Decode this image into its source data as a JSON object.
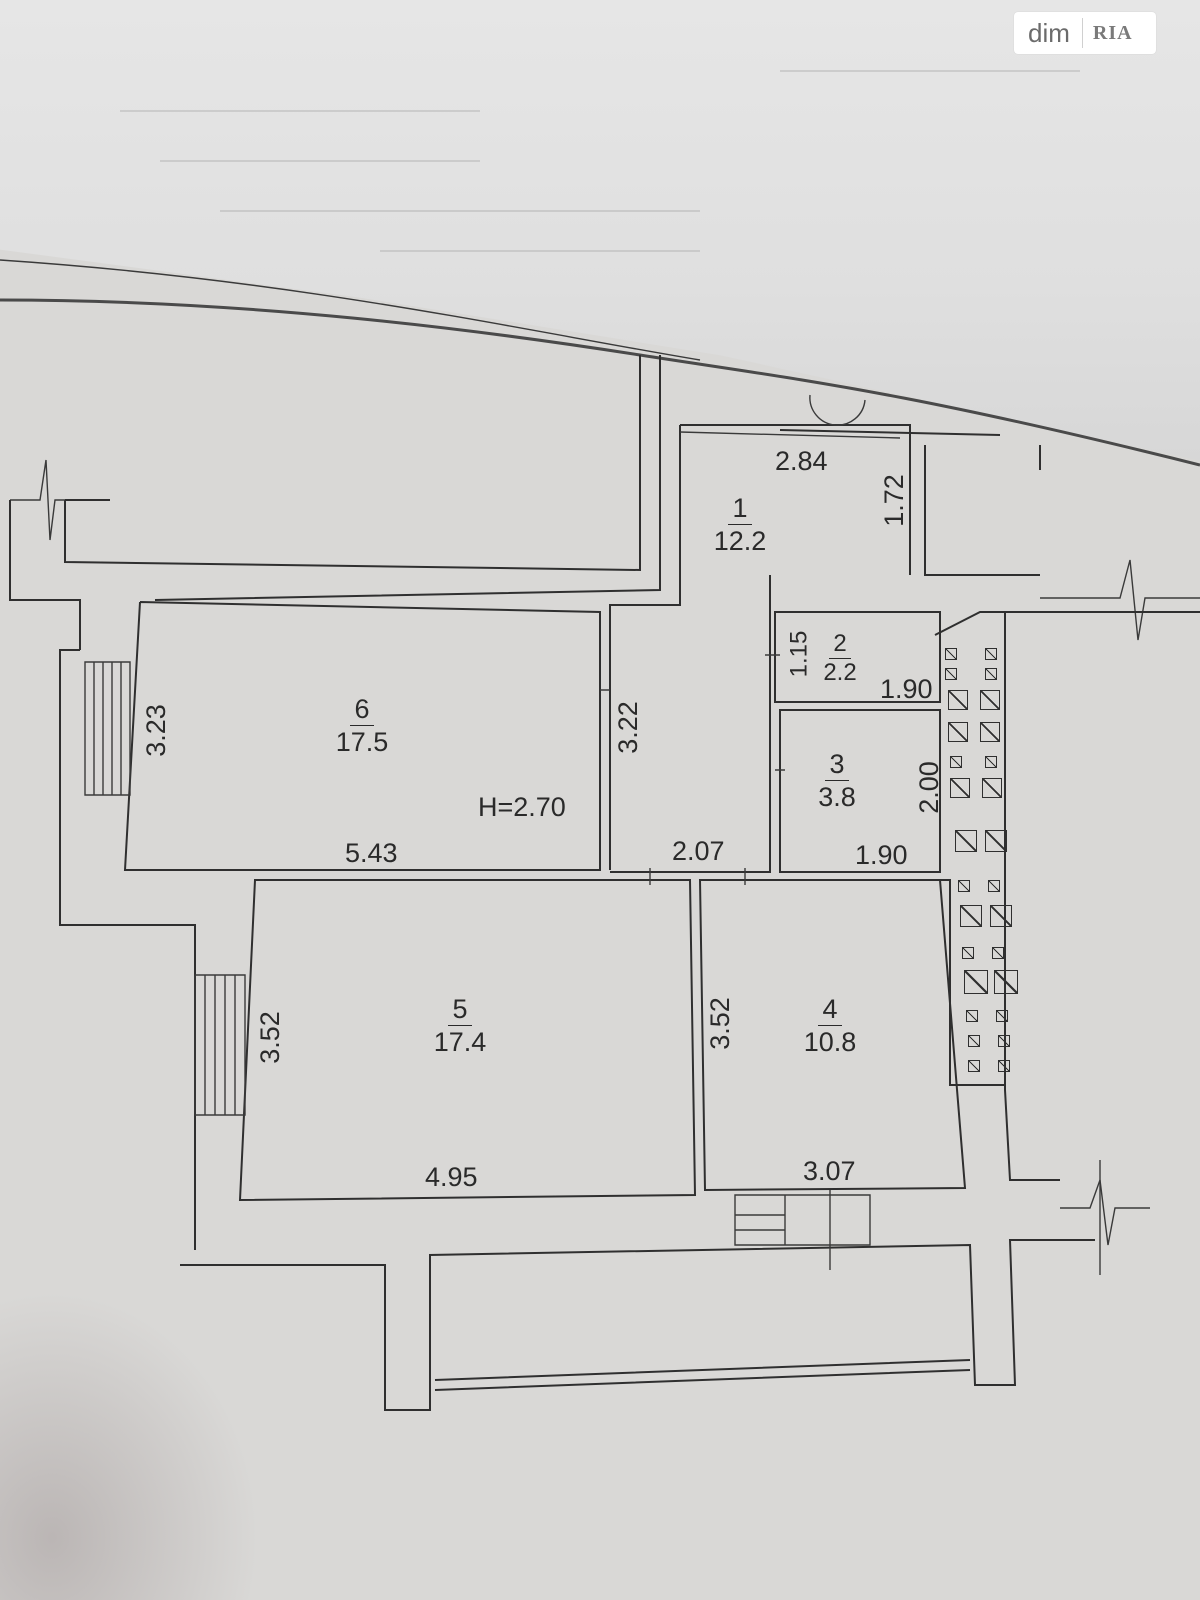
{
  "watermark": {
    "brand": "dim",
    "mark": "RIA"
  },
  "ceiling_height": "H=2.70",
  "rooms": [
    {
      "number": "1",
      "area": "12.2"
    },
    {
      "number": "2",
      "area": "2.2"
    },
    {
      "number": "3",
      "area": "3.8"
    },
    {
      "number": "4",
      "area": "10.8"
    },
    {
      "number": "5",
      "area": "17.4"
    },
    {
      "number": "6",
      "area": "17.5"
    }
  ],
  "dimensions": {
    "r1_width": "2.84",
    "r1_depth": "1.72",
    "r2_height": "1.15",
    "r2_width": "1.90",
    "r3_height": "2.00",
    "r3_width": "1.90",
    "hall_width": "2.07",
    "r6_width": "5.43",
    "r6_height_left": "3.23",
    "r6_height_right": "3.22",
    "r5_width": "4.95",
    "r5_height": "3.52",
    "r4_height": "3.52",
    "r4_width": "3.07"
  }
}
